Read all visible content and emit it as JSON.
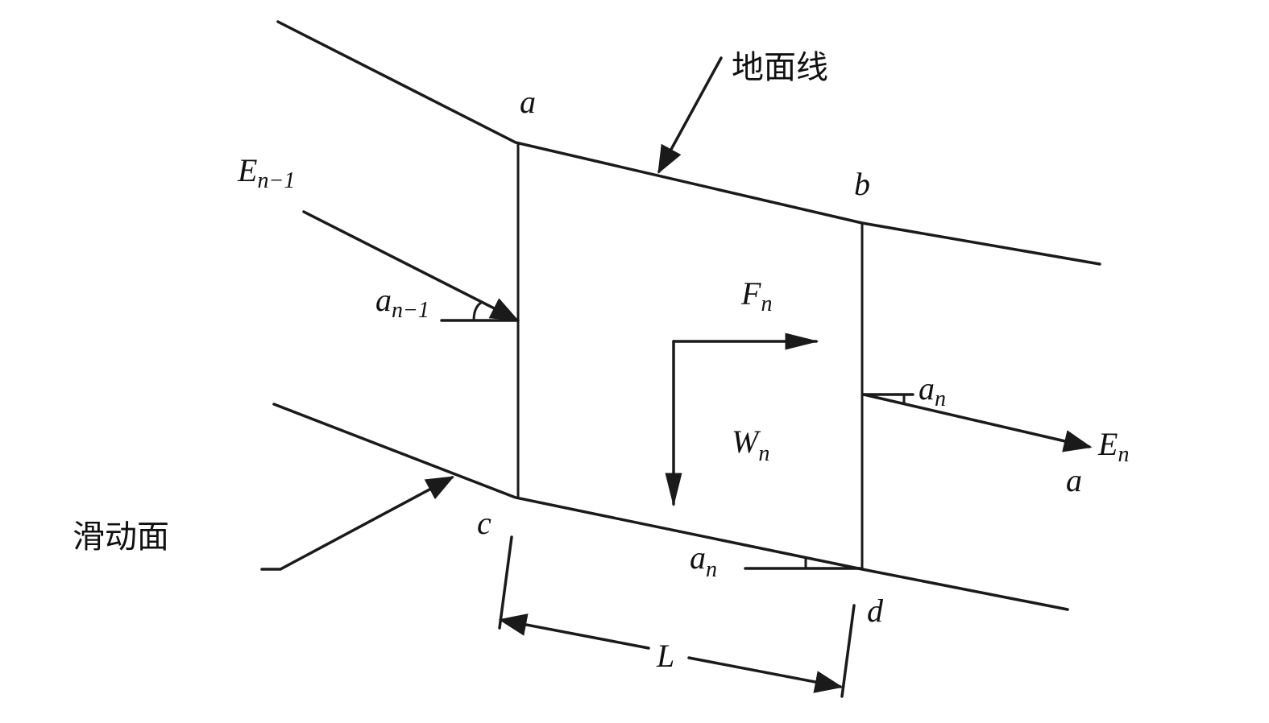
{
  "diagram": {
    "labels": {
      "ground_line": "地面线",
      "slip_surface": "滑动面",
      "a_top": "a",
      "b": "b",
      "c": "c",
      "d": "d",
      "a_right": "a",
      "L": "L",
      "F": {
        "main": "F",
        "sub": "n"
      },
      "W": {
        "main": "W",
        "sub": "n"
      },
      "E_prev": {
        "main": "E",
        "sub": "n−1"
      },
      "E_n": {
        "main": "E",
        "sub": "n"
      },
      "alpha_prev": {
        "main": "a",
        "sub": "n−1"
      },
      "alpha_n_right": {
        "main": "a",
        "sub": "n"
      },
      "alpha_n_bottom": {
        "main": "a",
        "sub": "n"
      }
    },
    "colors": {
      "stroke": "#1a1a1a",
      "background": "#ffffff"
    }
  }
}
